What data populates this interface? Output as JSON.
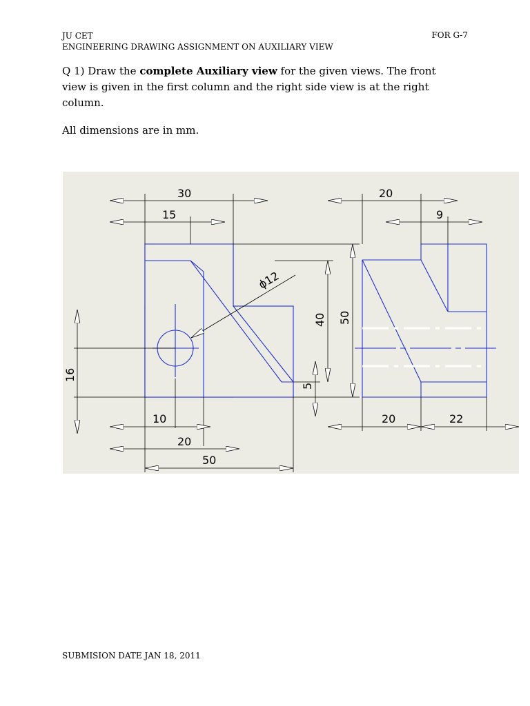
{
  "header": {
    "institution": "JU CET",
    "title": " ENGINEERING DRAWING ASSIGNMENT ON AUXILIARY VIEW",
    "group": "FOR G-7"
  },
  "question": {
    "prefix": "Q 1) Draw the ",
    "emphasis": "complete Auxiliary view",
    "suffix": " for the given views. The front view is given in the first column and the right side view is at the right column."
  },
  "note": "All dimensions are in mm.",
  "drawing": {
    "outline_color": "#1f2fd1",
    "dim_color": "#000000",
    "background": "#ecece4",
    "front_view_dims": {
      "top_overall": "30",
      "top_inner": "15",
      "diameter": "ϕ12",
      "height_inner": "40",
      "height_overall": "50",
      "hole_height": "16",
      "chamfer": "5",
      "bottom_first": "10",
      "bottom_second": "20",
      "bottom_overall": "50"
    },
    "side_view_dims": {
      "top_overall": "20",
      "top_inner": "9",
      "bottom_left": "20",
      "bottom_right": "22"
    }
  },
  "footer": "SUBMISION DATE JAN 18, 2011"
}
